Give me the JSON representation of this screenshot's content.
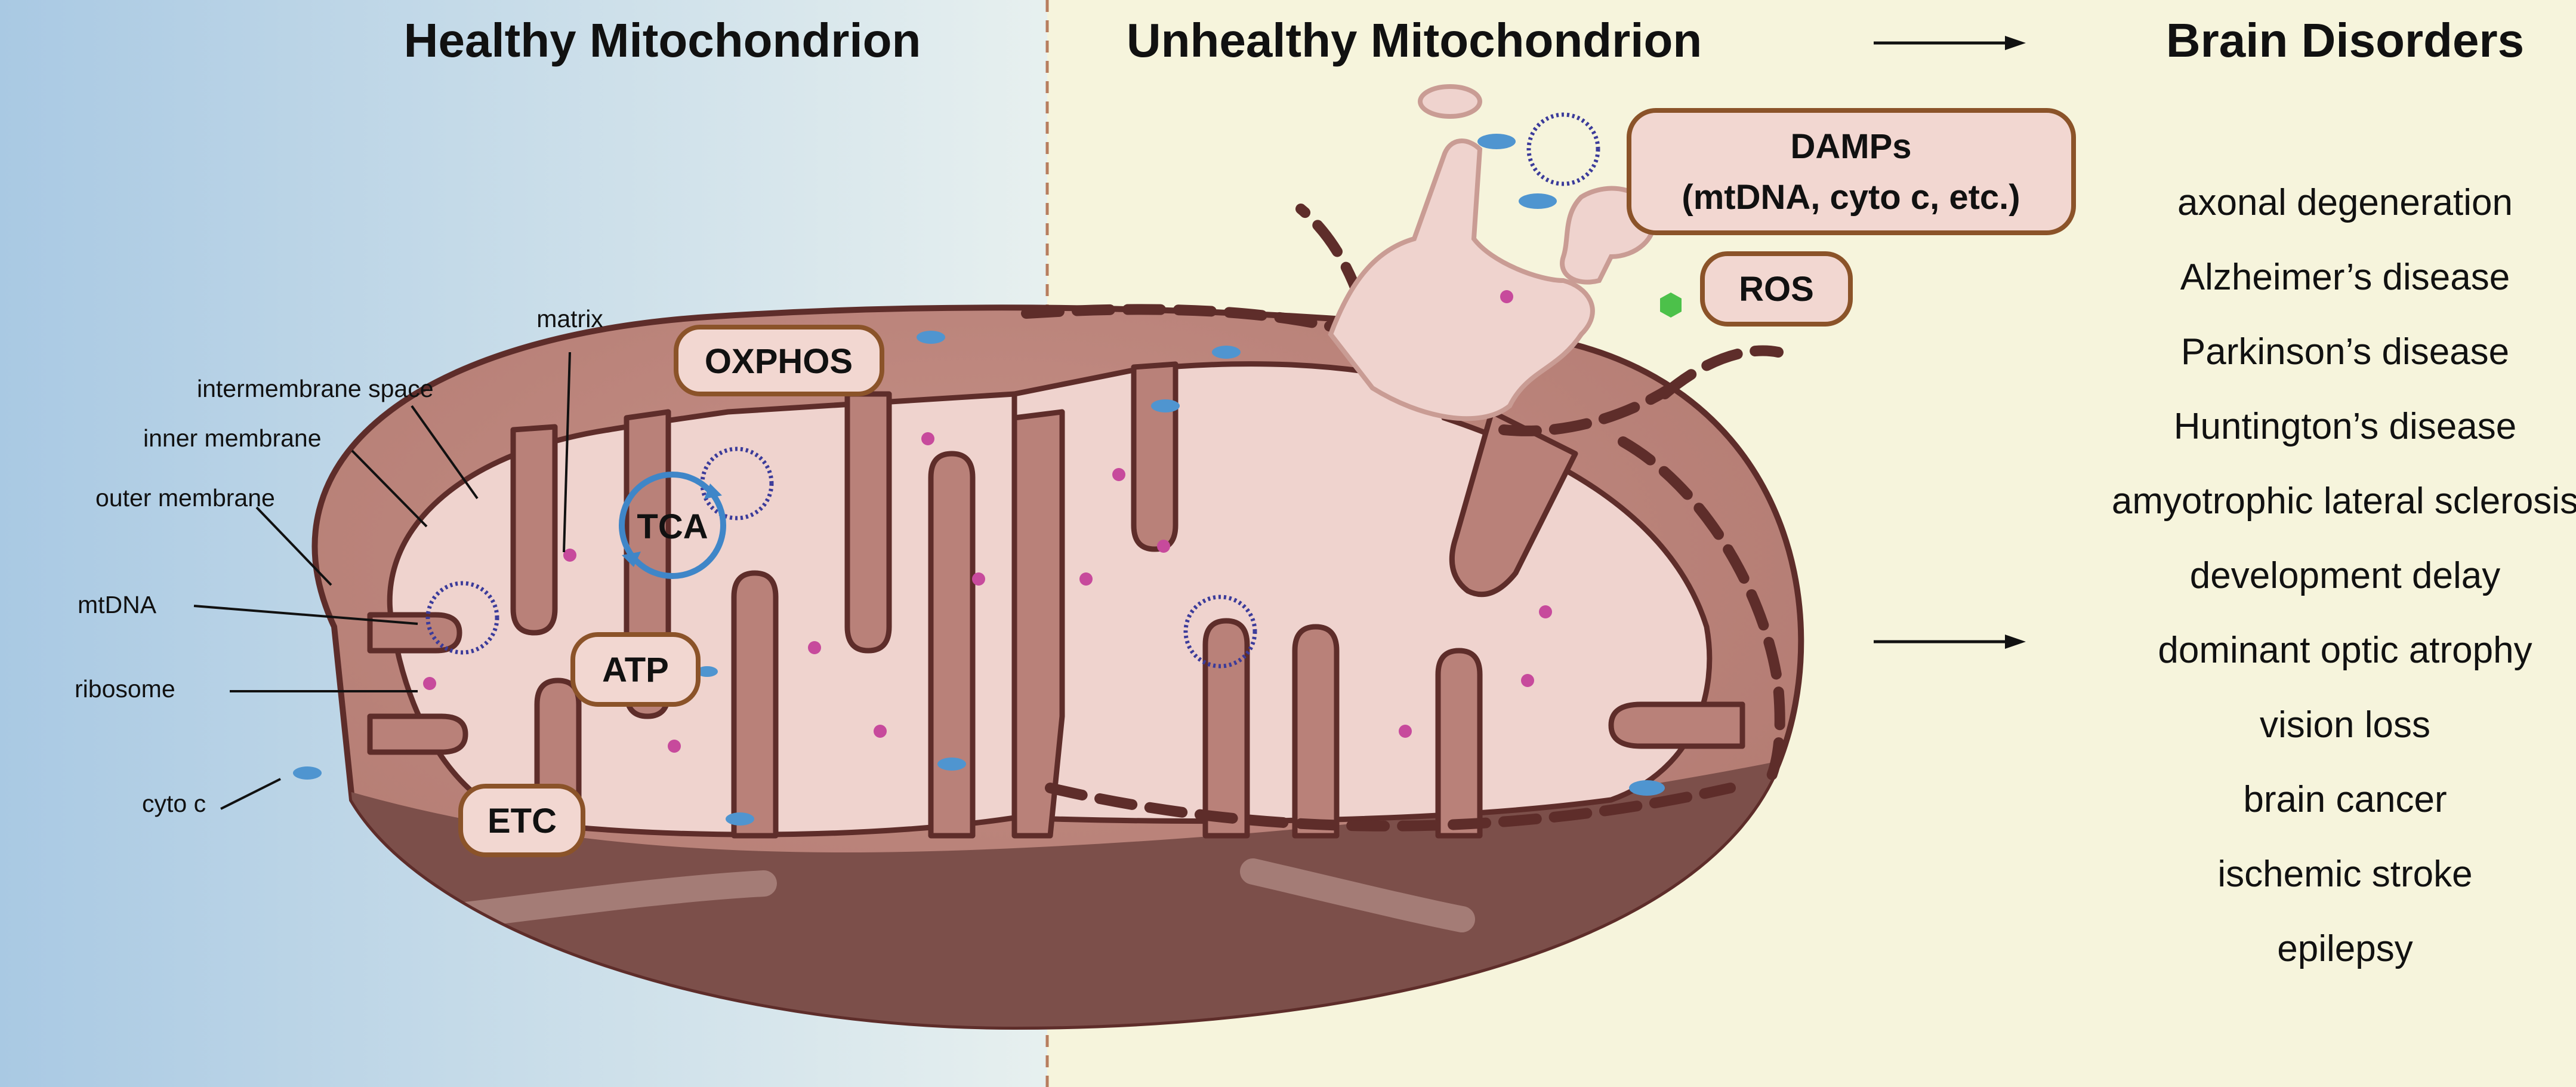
{
  "titles": {
    "healthy": "Healthy Mitochondrion",
    "unhealthy": "Unhealthy Mitochondrion",
    "disorders": "Brain Disorders"
  },
  "labels": {
    "matrix": "matrix",
    "intermembrane_space": "intermembrane space",
    "inner_membrane": "inner membrane",
    "outer_membrane": "outer membrane",
    "mtdna": "mtDNA",
    "ribosome": "ribosome",
    "cyto_c": "cyto c"
  },
  "boxes": {
    "oxphos": "OXPHOS",
    "tca": "TCA",
    "atp": "ATP",
    "etc": "ETC",
    "damps_line1": "DAMPs",
    "damps_line2": "(mtDNA, cyto c, etc.)",
    "ros": "ROS"
  },
  "disorders": [
    "axonal degeneration",
    "Alzheimer’s disease",
    "Parkinson’s disease",
    "Huntington’s disease",
    "amyotrophic lateral sclerosis",
    "development delay",
    "dominant optic atrophy",
    "vision loss",
    "brain cancer",
    "ischemic stroke",
    "epilepsy"
  ],
  "colors": {
    "healthy_bg_left": "#a9c9e3",
    "healthy_bg_right": "#e4eef0",
    "unhealthy_bg": "#f6f4dc",
    "outer_membrane": "#b98179",
    "membrane_stroke": "#5e2d2a",
    "matrix_fill": "#efd3ce",
    "bottom_shell": "#7c4f4a",
    "ribosome": "#c74a9c",
    "cyto_c": "#4f95d0",
    "mtdna": "#3b3b9a",
    "ros": "#4cc14a",
    "box_fill": "#f2d7d1",
    "box_stroke": "#8b5329"
  }
}
